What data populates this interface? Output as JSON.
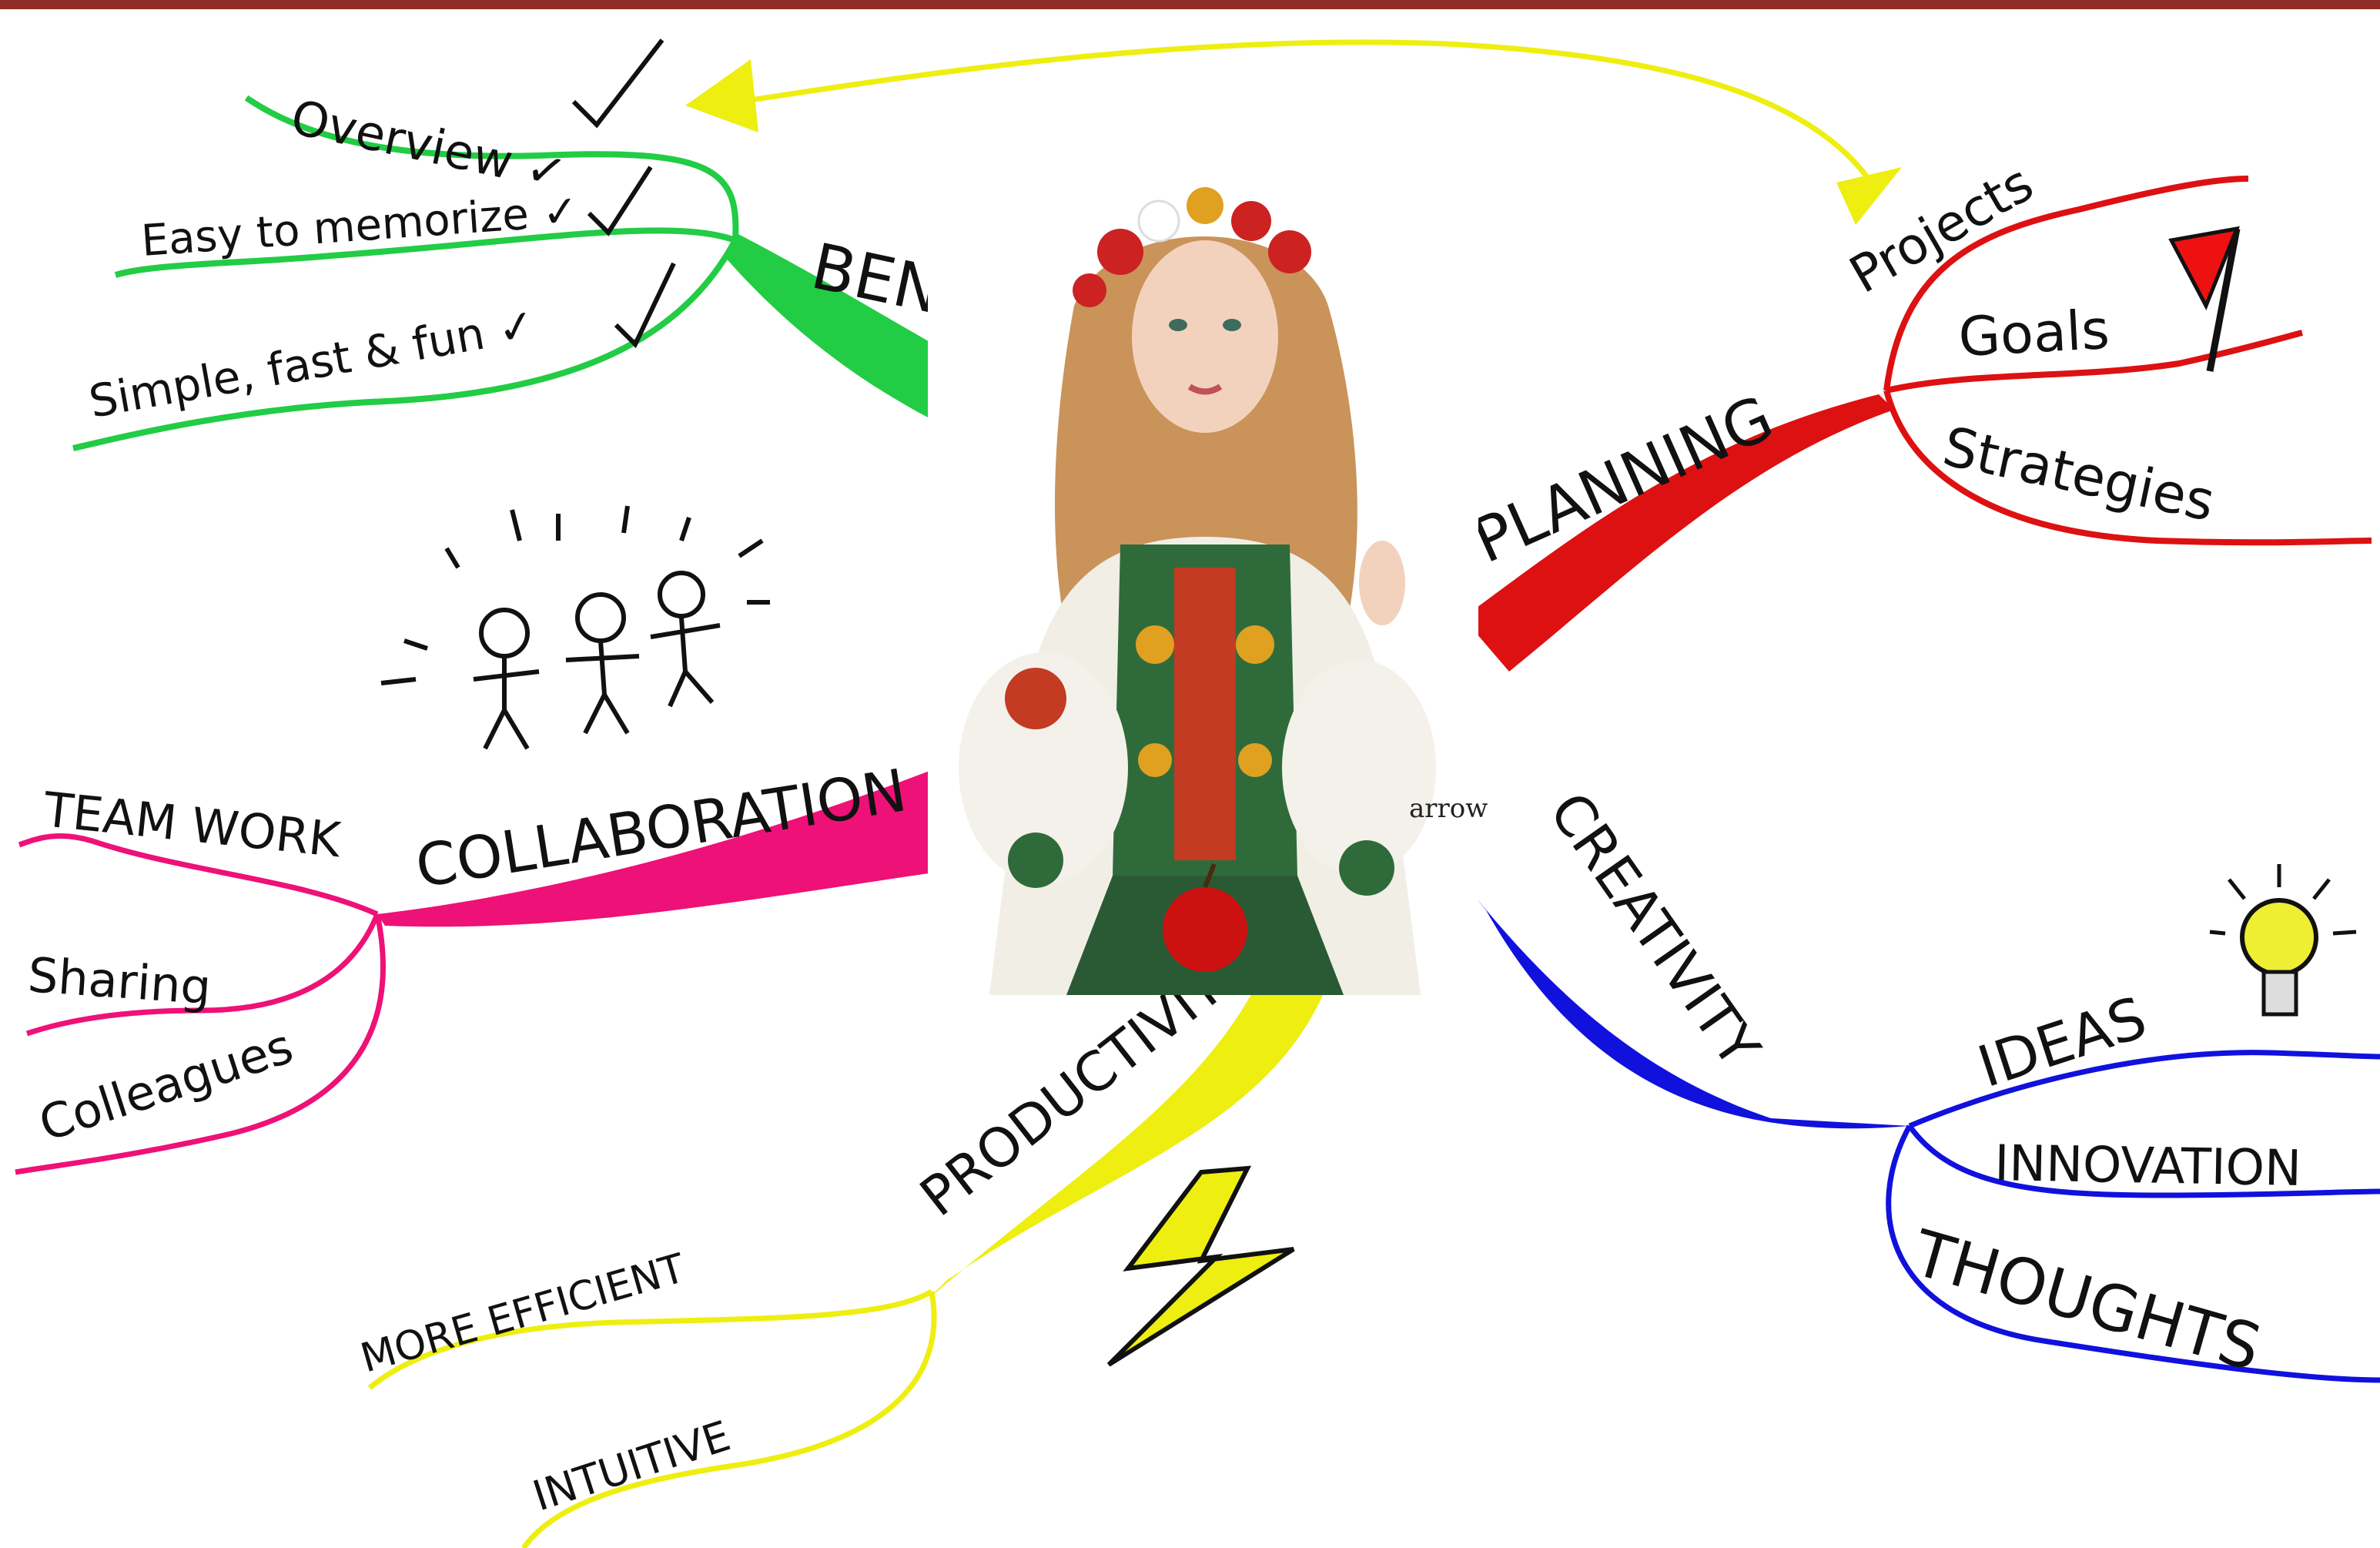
{
  "center": {
    "caption": "arrow"
  },
  "branches": [
    {
      "id": "benefits",
      "label": "BENEFITS",
      "color": "#22cc44",
      "items": [
        "Overview ✓",
        "Easy to memorize ✓",
        "Simple, fast & fun ✓"
      ]
    },
    {
      "id": "planning",
      "label": "PLANNING",
      "color": "#dd1111",
      "items": [
        "Projects",
        "Goals",
        "Strategies"
      ]
    },
    {
      "id": "collaboration",
      "label": "COLLABORATION",
      "color": "#ee1177",
      "items": [
        "TEAM WORK",
        "Sharing",
        "Colleagues"
      ]
    },
    {
      "id": "creativity",
      "label": "CREATIVITY",
      "color": "#1111dd",
      "items": [
        "IDEAS",
        "INNOVATION",
        "THOUGHTS"
      ]
    },
    {
      "id": "productivity",
      "label": "PRODUCTIVITY",
      "color": "#eeee11",
      "items": [
        "MORE EFFICIENT",
        "INTUITIVE"
      ]
    }
  ],
  "colors": {
    "frame": "#8f2d26",
    "connector_arrow": "#eeee11"
  },
  "icons": [
    "flag-icon",
    "lightbulb-icon",
    "lightning-icon",
    "people-icon",
    "check-icon"
  ]
}
